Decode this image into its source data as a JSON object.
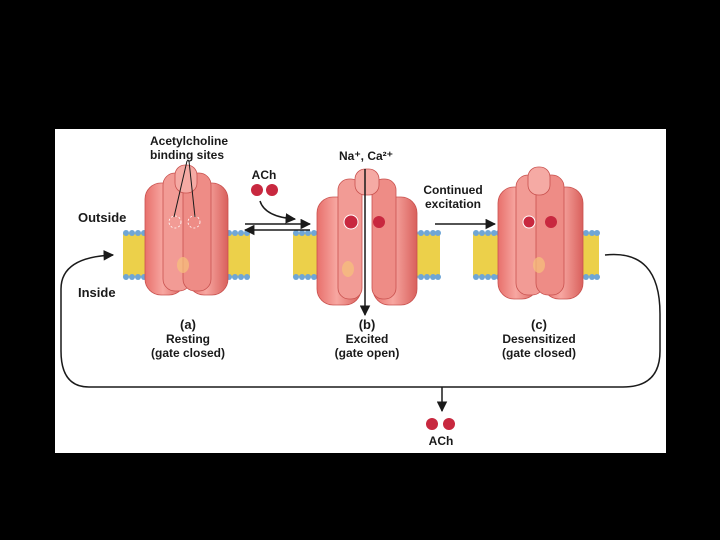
{
  "labels": {
    "binding_sites_line1": "Acetylcholine",
    "binding_sites_line2": "binding sites",
    "ach_top": "ACh",
    "ach_bottom": "ACh",
    "ions": "Na⁺, Ca²⁺",
    "continued_line1": "Continued",
    "continued_line2": "excitation",
    "outside": "Outside",
    "inside": "Inside"
  },
  "states": [
    {
      "letter": "(a)",
      "name": "Resting",
      "gate": "(gate closed)"
    },
    {
      "letter": "(b)",
      "name": "Excited",
      "gate": "(gate open)"
    },
    {
      "letter": "(c)",
      "name": "Desensitized",
      "gate": "(gate closed)"
    }
  ],
  "colors": {
    "page_background": "#000000",
    "panel_background": "#ffffff",
    "receptor_fill": "#f0857f",
    "receptor_dark": "#d85f5c",
    "membrane_head": "#6fa6d6",
    "membrane_tail": "#ecd04a",
    "ach_molecule": "#c8283f",
    "arrow": "#1a1a1a"
  }
}
